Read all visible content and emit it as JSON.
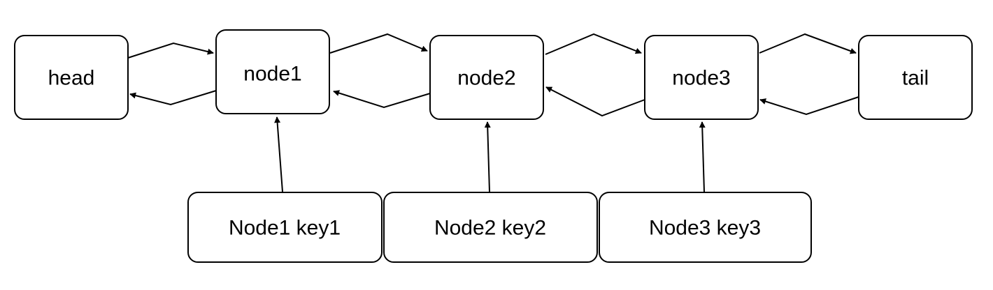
{
  "diagram": {
    "list_nodes": [
      {
        "id": "head",
        "label": "head"
      },
      {
        "id": "node1",
        "label": "node1"
      },
      {
        "id": "node2",
        "label": "node2"
      },
      {
        "id": "node3",
        "label": "node3"
      },
      {
        "id": "tail",
        "label": "tail"
      }
    ],
    "map_entries": [
      {
        "id": "entry1",
        "label": "Node1 key1"
      },
      {
        "id": "entry2",
        "label": "Node2 key2"
      },
      {
        "id": "entry3",
        "label": "Node3 key3"
      }
    ],
    "colors": {
      "stroke": "#000000",
      "fill": "#ffffff",
      "text": "#000000"
    }
  }
}
